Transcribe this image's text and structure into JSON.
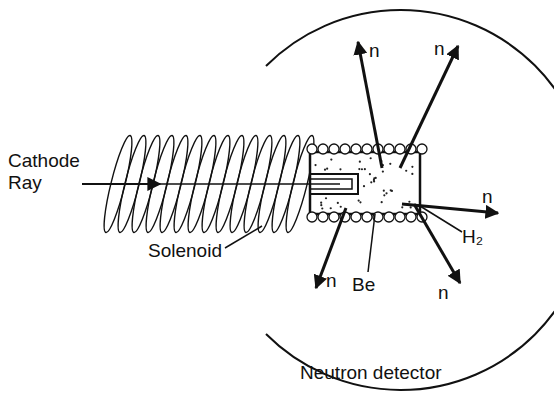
{
  "diagram": {
    "labels": [
      "Cathode Ray",
      "Solenoid",
      "Be",
      "H₂",
      "n",
      "n",
      "n",
      "n",
      "n",
      "Neutron detector"
    ]
  }
}
